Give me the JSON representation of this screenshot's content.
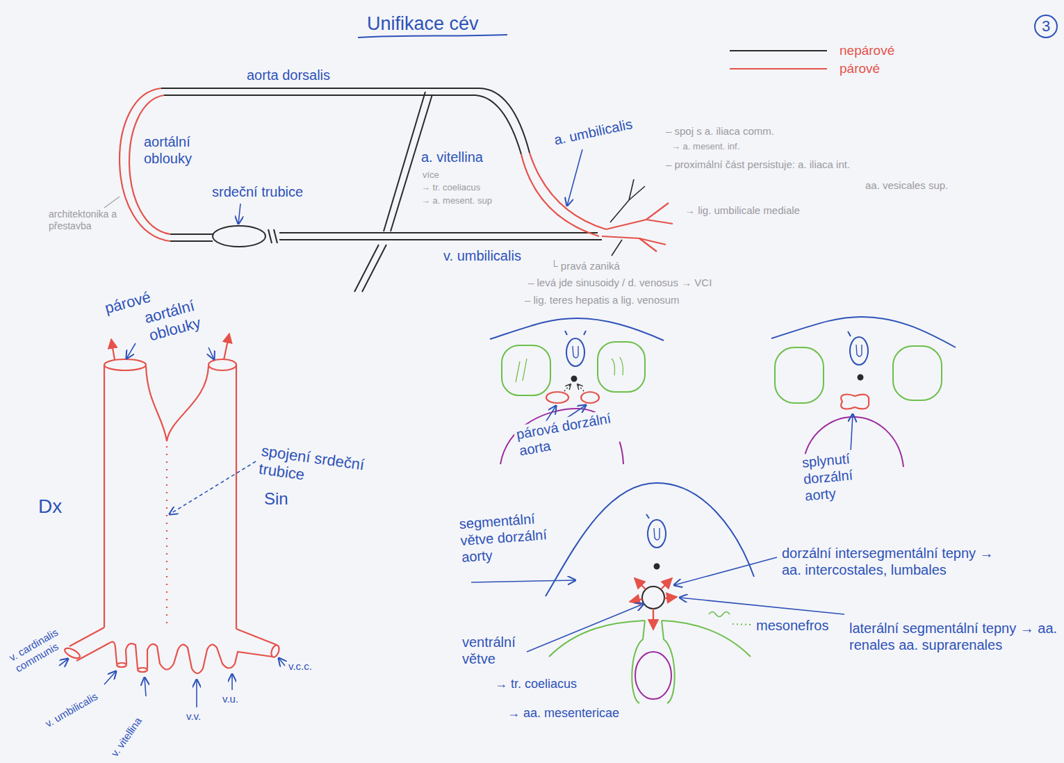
{
  "diagram": {
    "title": "Unifikace cév",
    "nodes": [
      {
        "text": [
          "3"
        ]
      }
    ],
    "labels": [
      "aorta dorsalis",
      "aortální oblouky",
      "architektonika a přestavba",
      "srdeční trubice",
      "a. vitellina",
      "více",
      "→ tr. coeliacus",
      "→ a. mesent. sup",
      "a. umbilicalis",
      "– spoj s a. iliaca comm.",
      "→ a. mesent. inf.",
      "– proximální část persistuje: a. iliaca int.",
      "aa. vesicales sup.",
      "→ lig. umbilicale mediale",
      "v. umbilicalis",
      "└ pravá zaniká",
      "– levá jde sinusoidy / d. venosus → VCI",
      "– lig. teres hepatis a lig. venosum",
      "párové",
      "aortální oblouky",
      "spojení srdeční trubice",
      "Dx",
      "Sin",
      "v. cardinalis communis",
      "v. umbilicalis",
      "v. vitellina",
      "v.v.",
      "v.u.",
      "v.c.c.",
      "párová dorzální aorta",
      "splynutí dorzální aorty",
      "segmentální větve dorzální aorty",
      "dorzální intersegmentální tepny → aa. intercostales, lumbales",
      "mesonefros",
      "laterální segmentální tepny → aa. renales aa. suprarenales",
      "ventrální větve",
      "→ tr. coeliacus",
      "→ aa. mesentericae"
    ],
    "legend": [
      {
        "text": "nepárové"
      },
      {
        "text": "párové"
      }
    ]
  }
}
